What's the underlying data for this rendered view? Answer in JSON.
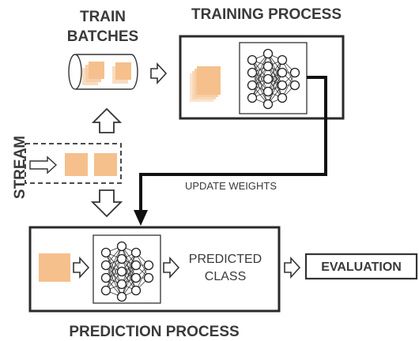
{
  "labels": {
    "train_batches_line1": "TRAIN",
    "train_batches_line2": "BATCHES",
    "training_process": "TRAINING PROCESS",
    "stream": "STREAM",
    "update_weights": "UPDATE WEIGHTS",
    "predicted_class_line1": "PREDICTED",
    "predicted_class_line2": "CLASS",
    "evaluation": "EVALUATION",
    "prediction_process": "PREDICTION PROCESS"
  },
  "colors": {
    "sample_fill": "#f7c99e",
    "stroke": "#333333",
    "text": "#3a3a3a",
    "node_fill": "#ffffff"
  },
  "icons": {
    "neural_network": "neural-network-icon",
    "data_sample": "data-sample-icon",
    "hollow_arrow": "hollow-arrow-icon",
    "batch_cylinder": "batch-cylinder-icon"
  }
}
